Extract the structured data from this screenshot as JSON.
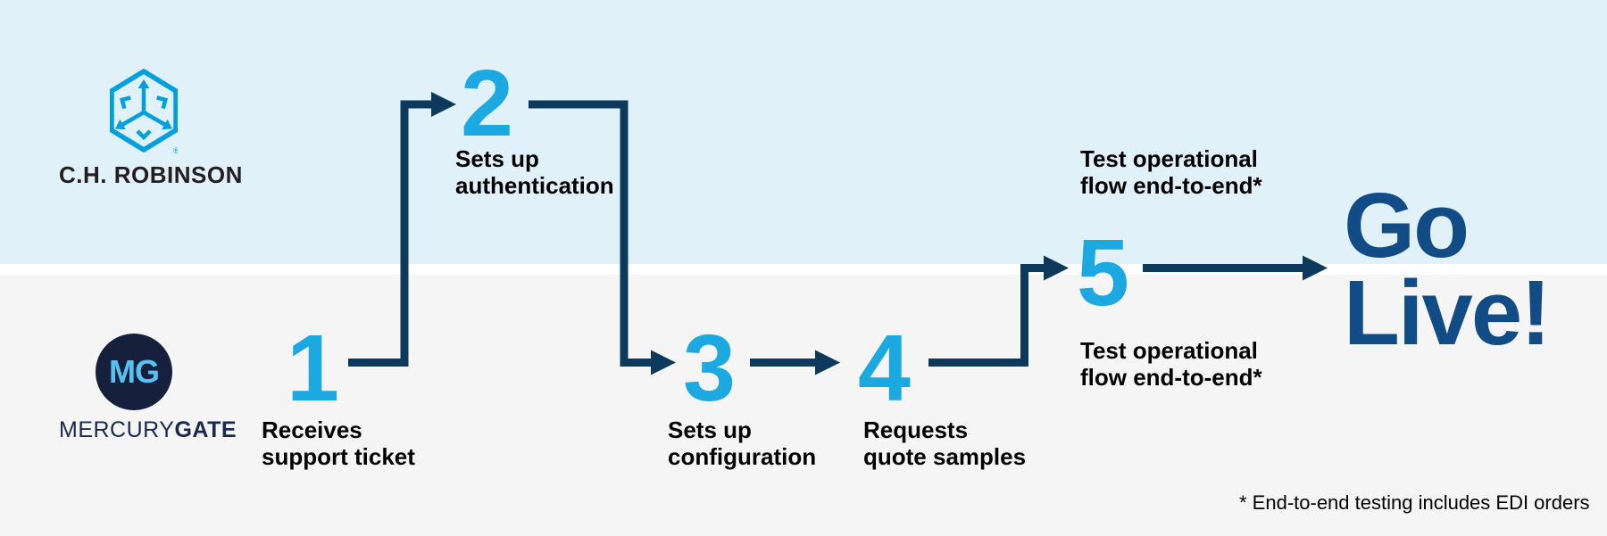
{
  "colors": {
    "bg_top": "#E1F1FA",
    "bg_bottom": "#F5F5F6",
    "divider": "#FFFFFF",
    "step_cyan": "#1CA8E1",
    "arrow_navy": "#0D3A5C",
    "golive_blue": "#114C86",
    "label_black": "#000000",
    "chr_blue": "#00A0DF",
    "chr_text": "#231F20",
    "mg_navy": "#16203C",
    "mg_cyan": "#55C3F1",
    "mg_text": "#1B2A4C"
  },
  "brands": {
    "chrobinson": {
      "name": "C.H. ROBINSON",
      "trademark": "®"
    },
    "mercurygate": {
      "monogram": "MG",
      "name_regular": "MERCURY",
      "name_bold": "GATE"
    }
  },
  "steps": [
    {
      "number": "1",
      "label": [
        "Receives",
        "support ticket"
      ]
    },
    {
      "number": "2",
      "label": [
        "Sets up",
        "authentication"
      ]
    },
    {
      "number": "3",
      "label": [
        "Sets up",
        "configuration"
      ]
    },
    {
      "number": "4",
      "label": [
        "Requests",
        "quote samples"
      ]
    },
    {
      "number": "5",
      "label_above": [
        "Test operational",
        "flow end-to-end*"
      ],
      "label_below": [
        "Test operational",
        "flow end-to-end*"
      ]
    }
  ],
  "go_live": {
    "line1": "Go",
    "line2": "Live!"
  },
  "footnote": "* End-to-end testing includes EDI orders"
}
